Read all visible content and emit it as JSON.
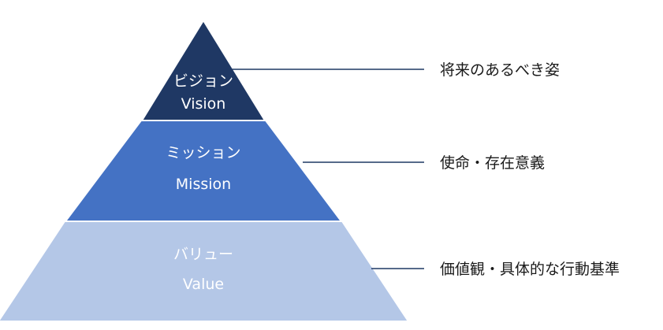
{
  "tiers": [
    {
      "ja": "ビジョン",
      "en": "Vision",
      "description": "将来のあるべき姿",
      "fill": "#1f3864",
      "text_color": "#ffffff"
    },
    {
      "ja": "ミッション",
      "en": "Mission",
      "description": "使命・存在意義",
      "fill": "#4472c4",
      "text_color": "#ffffff"
    },
    {
      "ja": "バリュー",
      "en": "Value",
      "description": "価値観・具体的な行動基準",
      "fill": "#b4c7e7",
      "text_color": "#ffffff"
    }
  ],
  "connector_color": "#1f3864"
}
